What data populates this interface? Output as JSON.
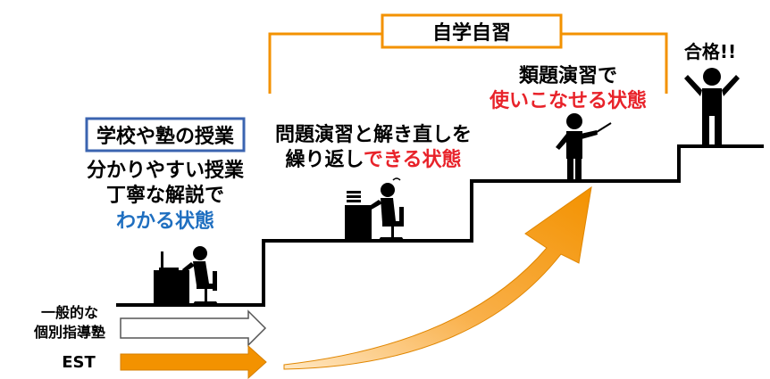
{
  "self_study": {
    "label": "自学自習"
  },
  "stage1": {
    "title": "学校や塾の授業",
    "line1": "分かりやすい授業",
    "line2": "丁寧な解説で",
    "highlight": "わかる状態"
  },
  "stage2": {
    "line1": "問題演習と解き直しを",
    "line2_plain": "繰り返し",
    "line2_highlight": "できる状態"
  },
  "stage3": {
    "line1": "類題演習で",
    "highlight": "使いこなせる状態"
  },
  "goal": {
    "label": "合格!!"
  },
  "typical": {
    "line1": "一般的な",
    "line2": "個別指導塾"
  },
  "est": {
    "label": "EST"
  },
  "colors": {
    "orange": "#F39200",
    "blue": "#1F6FC0",
    "red": "#E8232A",
    "frame_blue": "#3B64B0",
    "black": "#000000"
  }
}
